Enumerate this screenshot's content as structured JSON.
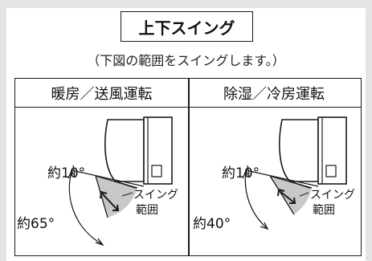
{
  "title": "上下スイング",
  "subtitle": "（下図の範囲をスイングします。）",
  "columns": [
    {
      "header": "暖房／送風運転",
      "angle_top": "約10°",
      "angle_range": "約65°",
      "swing_label_line1": "スイング",
      "swing_label_line2": "範囲"
    },
    {
      "header": "除湿／冷房運転",
      "angle_top": "約10°",
      "angle_range": "約40°",
      "swing_label_line1": "スイング",
      "swing_label_line2": "範囲"
    }
  ],
  "colors": {
    "background": "#e4e4e4",
    "swing_fill": "#c8c8c8",
    "line": "#1a1a1a"
  }
}
